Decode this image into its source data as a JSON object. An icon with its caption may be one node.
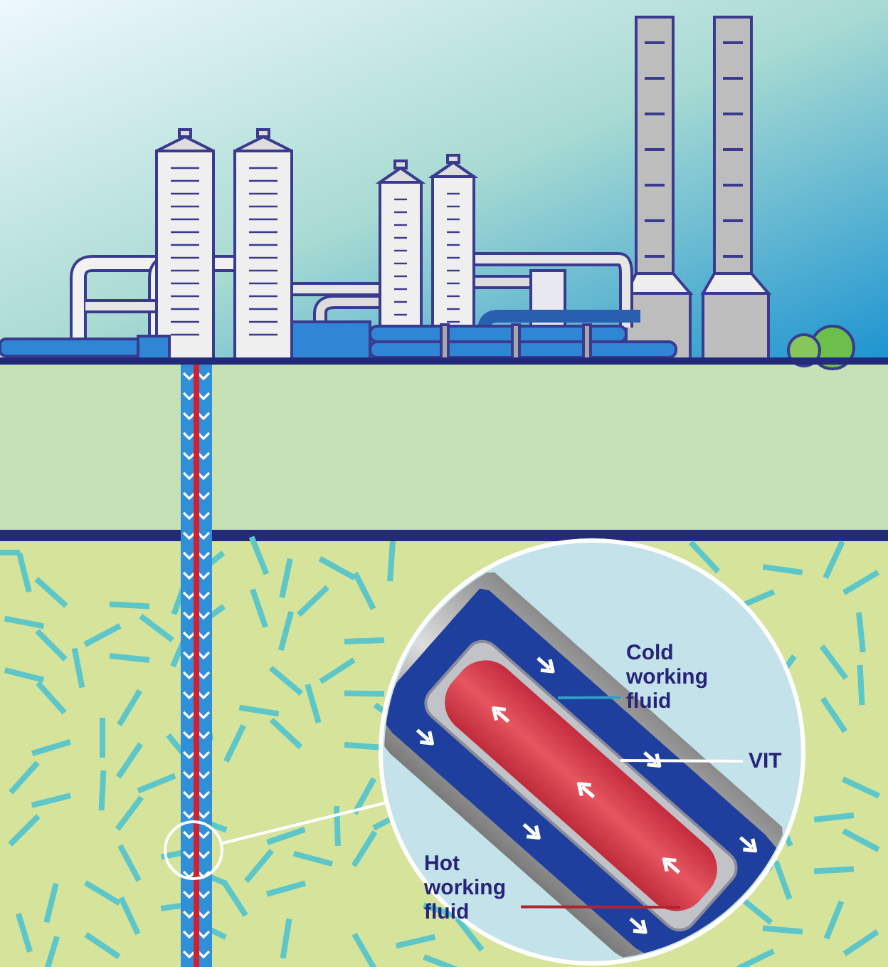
{
  "diagram": {
    "nodes": [
      {
        "text": [],
        "shape": "circle"
      },
      {
        "text": [],
        "shape": "circle"
      },
      {
        "text": [
          "Cold working fluid"
        ],
        "in": 1
      },
      {
        "text": [
          "VIT"
        ],
        "in": 1
      },
      {
        "text": [
          "Hot working fluid"
        ],
        "in": 1
      }
    ],
    "edges": [
      {
        "from": 0,
        "to": 1,
        "arrow": "none"
      },
      {
        "from": 2,
        "to": null,
        "arrow": "none",
        "color": "#2f9fc8"
      },
      {
        "from": 3,
        "to": null,
        "arrow": "none"
      },
      {
        "from": 4,
        "to": null,
        "arrow": "none",
        "color": "#b3242f"
      }
    ]
  }
}
